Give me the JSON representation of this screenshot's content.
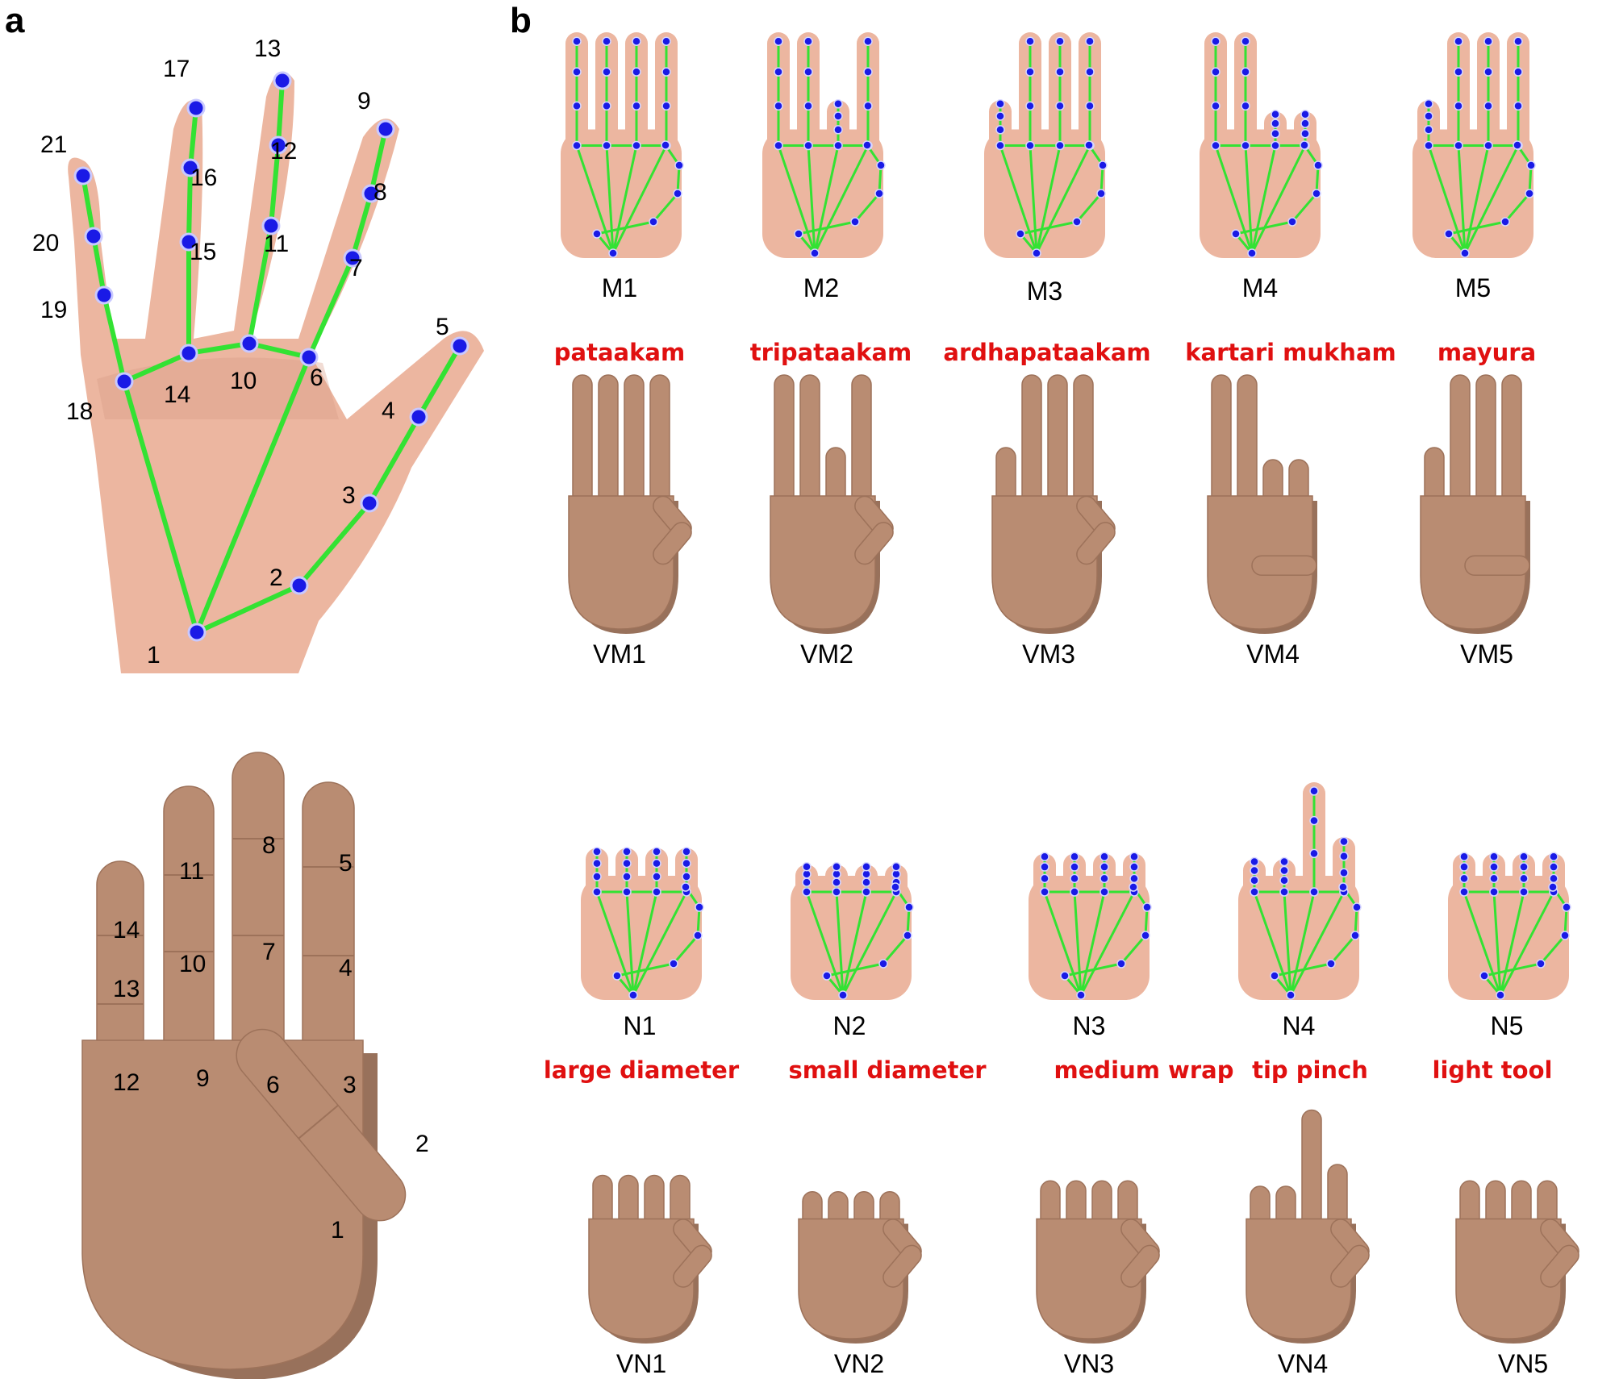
{
  "panels": {
    "a": "a",
    "b": "b"
  },
  "colors": {
    "gesture_label": "#e01010",
    "keypoint": "#1a1ae6",
    "skeleton": "#33e233"
  },
  "panel_a": {
    "keypoints": [
      "1",
      "2",
      "3",
      "4",
      "5",
      "6",
      "7",
      "8",
      "9",
      "10",
      "11",
      "12",
      "13",
      "14",
      "15",
      "16",
      "17",
      "18",
      "19",
      "20",
      "21"
    ],
    "virtual_joints": [
      "1",
      "2",
      "3",
      "4",
      "5",
      "6",
      "7",
      "8",
      "9",
      "10",
      "11",
      "12",
      "13",
      "14"
    ]
  },
  "row_m": {
    "captions": [
      "M1",
      "M2",
      "M3",
      "M4",
      "M5"
    ],
    "gestures": [
      "pataakam",
      "tripataakam",
      "ardhapataakam",
      "kartari mukham",
      "mayura"
    ],
    "virtual_captions": [
      "VM1",
      "VM2",
      "VM3",
      "VM4",
      "VM5"
    ]
  },
  "row_n": {
    "captions": [
      "N1",
      "N2",
      "N3",
      "N4",
      "N5"
    ],
    "gestures": [
      "large diameter",
      "small diameter",
      "medium wrap",
      "tip pinch",
      "light tool"
    ],
    "virtual_captions": [
      "VN1",
      "VN2",
      "VN3",
      "VN4",
      "VN5"
    ]
  }
}
